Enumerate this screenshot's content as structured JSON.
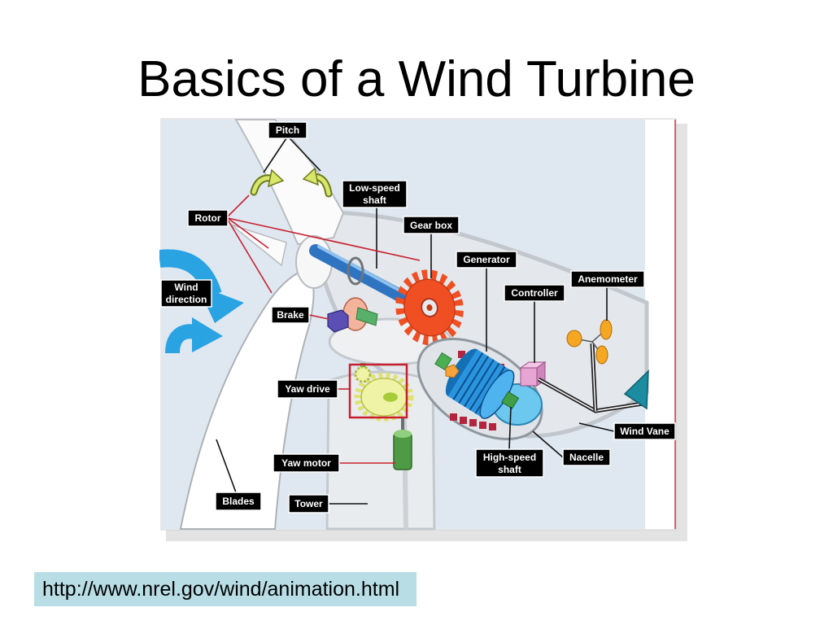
{
  "slide": {
    "title": "Basics of a Wind Turbine",
    "source_url": "http://www.nrel.gov/wind/animation.html"
  },
  "diagram": {
    "labels": {
      "pitch": "Pitch",
      "low_speed_shaft": [
        "Low-speed",
        "shaft"
      ],
      "gear_box": "Gear box",
      "rotor": "Rotor",
      "generator": "Generator",
      "controller": "Controller",
      "anemometer": "Anemometer",
      "wind_direction": [
        "Wind",
        "direction"
      ],
      "brake": "Brake",
      "yaw_drive": "Yaw drive",
      "wind_vane": "Wind Vane",
      "yaw_motor": "Yaw motor",
      "high_speed_shaft": [
        "High-speed",
        "shaft"
      ],
      "nacelle": "Nacelle",
      "blades": "Blades",
      "tower": "Tower"
    },
    "colors": {
      "sky": "#dfe8f1",
      "label_fill": "#000000",
      "gear": "#f04e23",
      "generator": "#2a95de",
      "wind_arrow": "#2aa3e3",
      "callout_red": "#c8202f"
    }
  }
}
